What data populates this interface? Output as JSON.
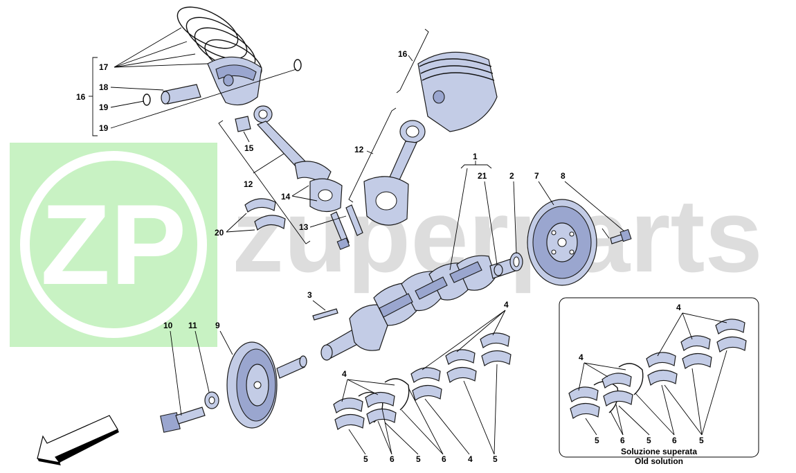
{
  "watermark": {
    "logo_text": "ZP",
    "brand_text": "zuperparts",
    "logo_color": "#c8f2c3",
    "text_color": "#cfcfcf"
  },
  "callouts": {
    "c1": "1",
    "c2": "2",
    "c3": "3",
    "c4a": "4",
    "c4b": "4",
    "c4c": "4",
    "c4d": "4",
    "c4e": "4",
    "c5a": "5",
    "c5b": "5",
    "c5c": "5",
    "c5d": "5",
    "c5e": "5",
    "c6a": "6",
    "c6b": "6",
    "c6c": "6",
    "c6d": "6",
    "c7": "7",
    "c8": "8",
    "c9": "9",
    "c10": "10",
    "c11": "11",
    "c12a": "12",
    "c12b": "12",
    "c13": "13",
    "c14": "14",
    "c15": "15",
    "c16a": "16",
    "c16b": "16",
    "c17": "17",
    "c18": "18",
    "c19a": "19",
    "c19b": "19",
    "c20": "20",
    "c21": "21"
  },
  "inset": {
    "label_it": "Soluzione superata",
    "label_en": "Old solution"
  },
  "colors": {
    "part_fill": "#c3cce6",
    "part_shade": "#9aa6cf",
    "outline": "#1a1a1a"
  }
}
